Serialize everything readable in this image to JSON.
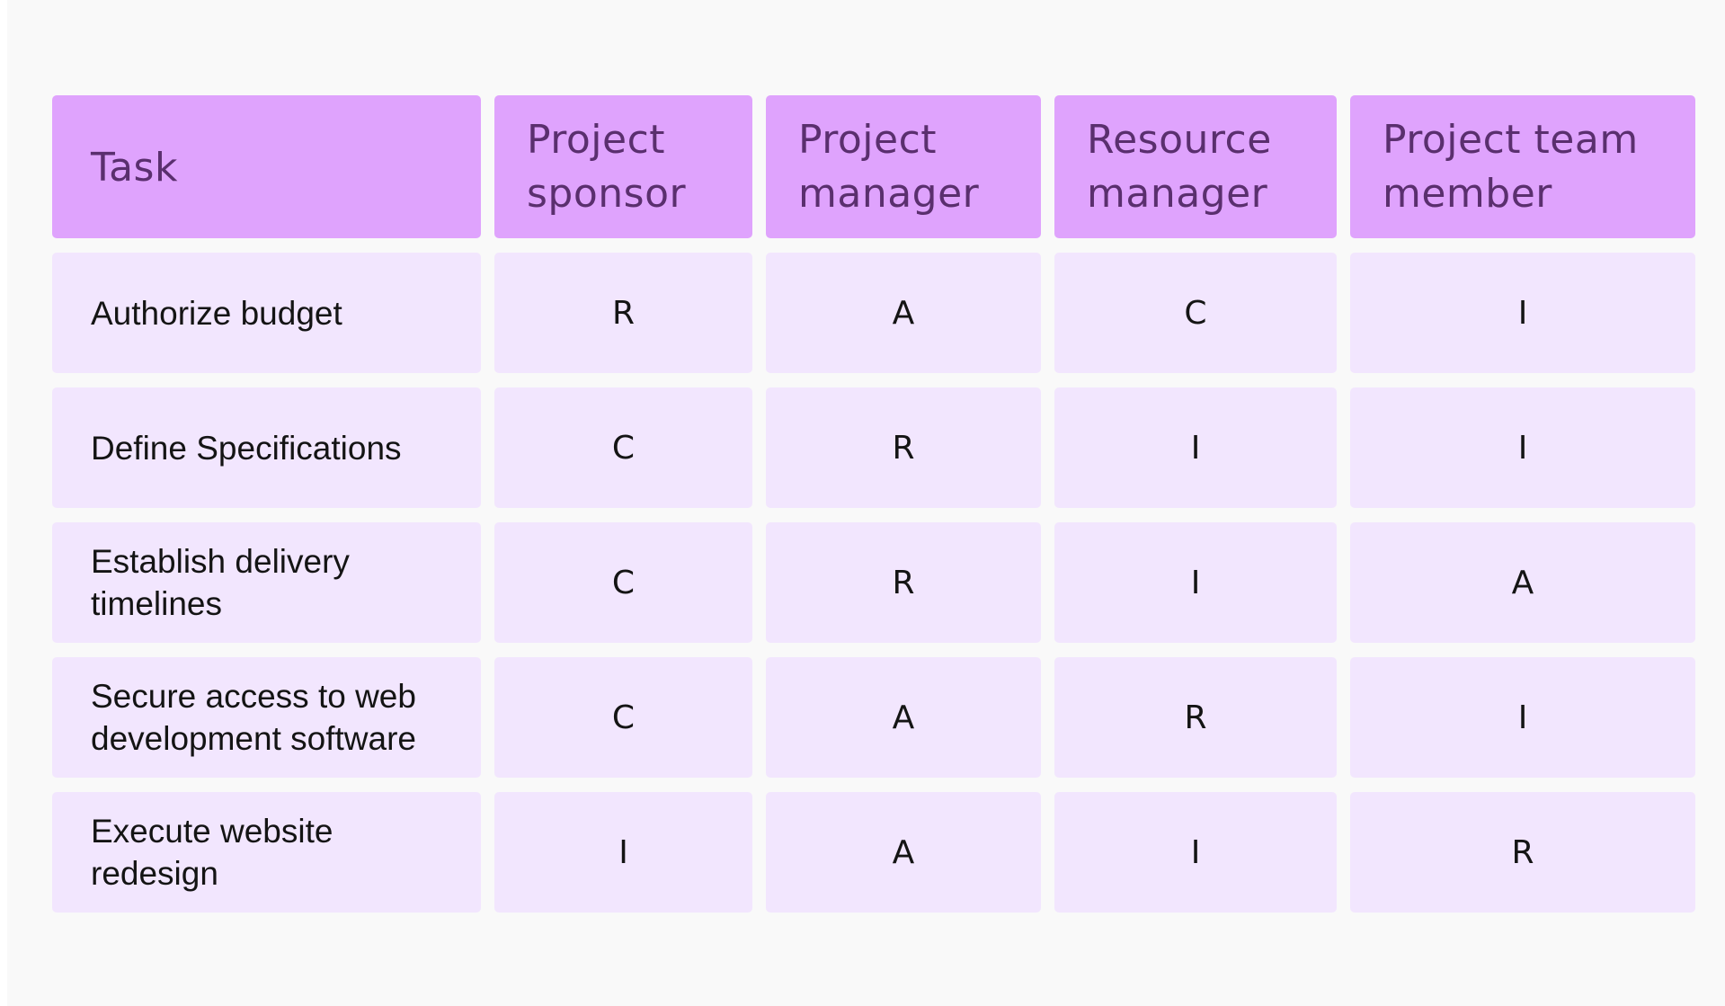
{
  "colors": {
    "page_background": "#f9f9f9",
    "header_background": "#dfa3fd",
    "header_text": "#5a2f6e",
    "row_background": "#f2e6fe",
    "row_text": "#141414"
  },
  "table": {
    "headers": [
      "Task",
      "Project sponsor",
      "Project manager",
      "Resource manager",
      "Project team member"
    ],
    "rows": [
      {
        "task": "Authorize budget",
        "values": [
          "R",
          "A",
          "C",
          "I"
        ]
      },
      {
        "task": "Define Specifications",
        "values": [
          "C",
          "R",
          "I",
          "I"
        ]
      },
      {
        "task": "Establish delivery timelines",
        "values": [
          "C",
          "R",
          "I",
          "A"
        ]
      },
      {
        "task": "Secure access to web development software",
        "values": [
          "C",
          "A",
          "R",
          "I"
        ]
      },
      {
        "task": "Execute website redesign",
        "values": [
          "I",
          "A",
          "I",
          "R"
        ]
      }
    ]
  }
}
